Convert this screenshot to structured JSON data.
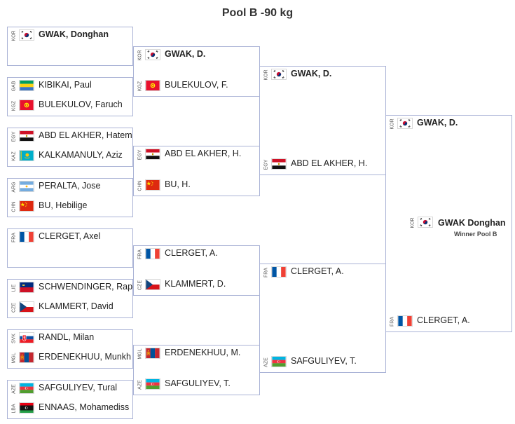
{
  "title": "Pool B -90 kg",
  "winner": {
    "code": "KOR",
    "name": "GWAK Donghan",
    "label": "Winner Pool B"
  },
  "round1": [
    {
      "top": {
        "code": "KOR",
        "name": "GWAK, Donghan",
        "winner": true
      },
      "bottom": null
    },
    {
      "top": {
        "code": "GAB",
        "name": "KIBIKAI, Paul"
      },
      "bottom": {
        "code": "KGZ",
        "name": "BULEKULOV, Faruch"
      }
    },
    {
      "top": {
        "code": "EGY",
        "name": "ABD EL AKHER, Hatem"
      },
      "bottom": {
        "code": "KAZ",
        "name": "KALKAMANULY, Aziz"
      }
    },
    {
      "top": {
        "code": "ARG",
        "name": "PERALTA, Jose"
      },
      "bottom": {
        "code": "CHN",
        "name": "BU, Hebilige"
      }
    },
    {
      "top": {
        "code": "FRA",
        "name": "CLERGET, Axel"
      },
      "bottom": null
    },
    {
      "top": {
        "code": "LIE",
        "name": "SCHWENDINGER, Raph"
      },
      "bottom": {
        "code": "CZE",
        "name": "KLAMMERT, David"
      }
    },
    {
      "top": {
        "code": "SVK",
        "name": "RANDL, Milan"
      },
      "bottom": {
        "code": "MGL",
        "name": "ERDENEKHUU, Munkh"
      }
    },
    {
      "top": {
        "code": "AZE",
        "name": "SAFGULIYEV, Tural"
      },
      "bottom": {
        "code": "LBA",
        "name": "ENNAAS, Mohamediss"
      }
    }
  ],
  "round2": [
    {
      "top": {
        "code": "KOR",
        "name": "GWAK, D.",
        "winner": true
      },
      "bottom": {
        "code": "KGZ",
        "name": "BULEKULOV, F."
      }
    },
    {
      "top": {
        "code": "EGY",
        "name": "ABD EL AKHER, H."
      },
      "bottom": {
        "code": "CHN",
        "name": "BU, H."
      }
    },
    {
      "top": {
        "code": "FRA",
        "name": "CLERGET, A."
      },
      "bottom": {
        "code": "CZE",
        "name": "KLAMMERT, D."
      }
    },
    {
      "top": {
        "code": "MGL",
        "name": "ERDENEKHUU, M."
      },
      "bottom": {
        "code": "AZE",
        "name": "SAFGULIYEV, T."
      }
    }
  ],
  "round3": [
    {
      "top": {
        "code": "KOR",
        "name": "GWAK, D.",
        "winner": true
      },
      "bottom": {
        "code": "EGY",
        "name": "ABD EL AKHER, H."
      }
    },
    {
      "top": {
        "code": "FRA",
        "name": "CLERGET, A."
      },
      "bottom": {
        "code": "AZE",
        "name": "SAFGULIYEV, T."
      }
    }
  ],
  "round4": [
    {
      "top": {
        "code": "KOR",
        "name": "GWAK, D.",
        "winner": true
      },
      "bottom": {
        "code": "FRA",
        "name": "CLERGET, A."
      }
    }
  ]
}
